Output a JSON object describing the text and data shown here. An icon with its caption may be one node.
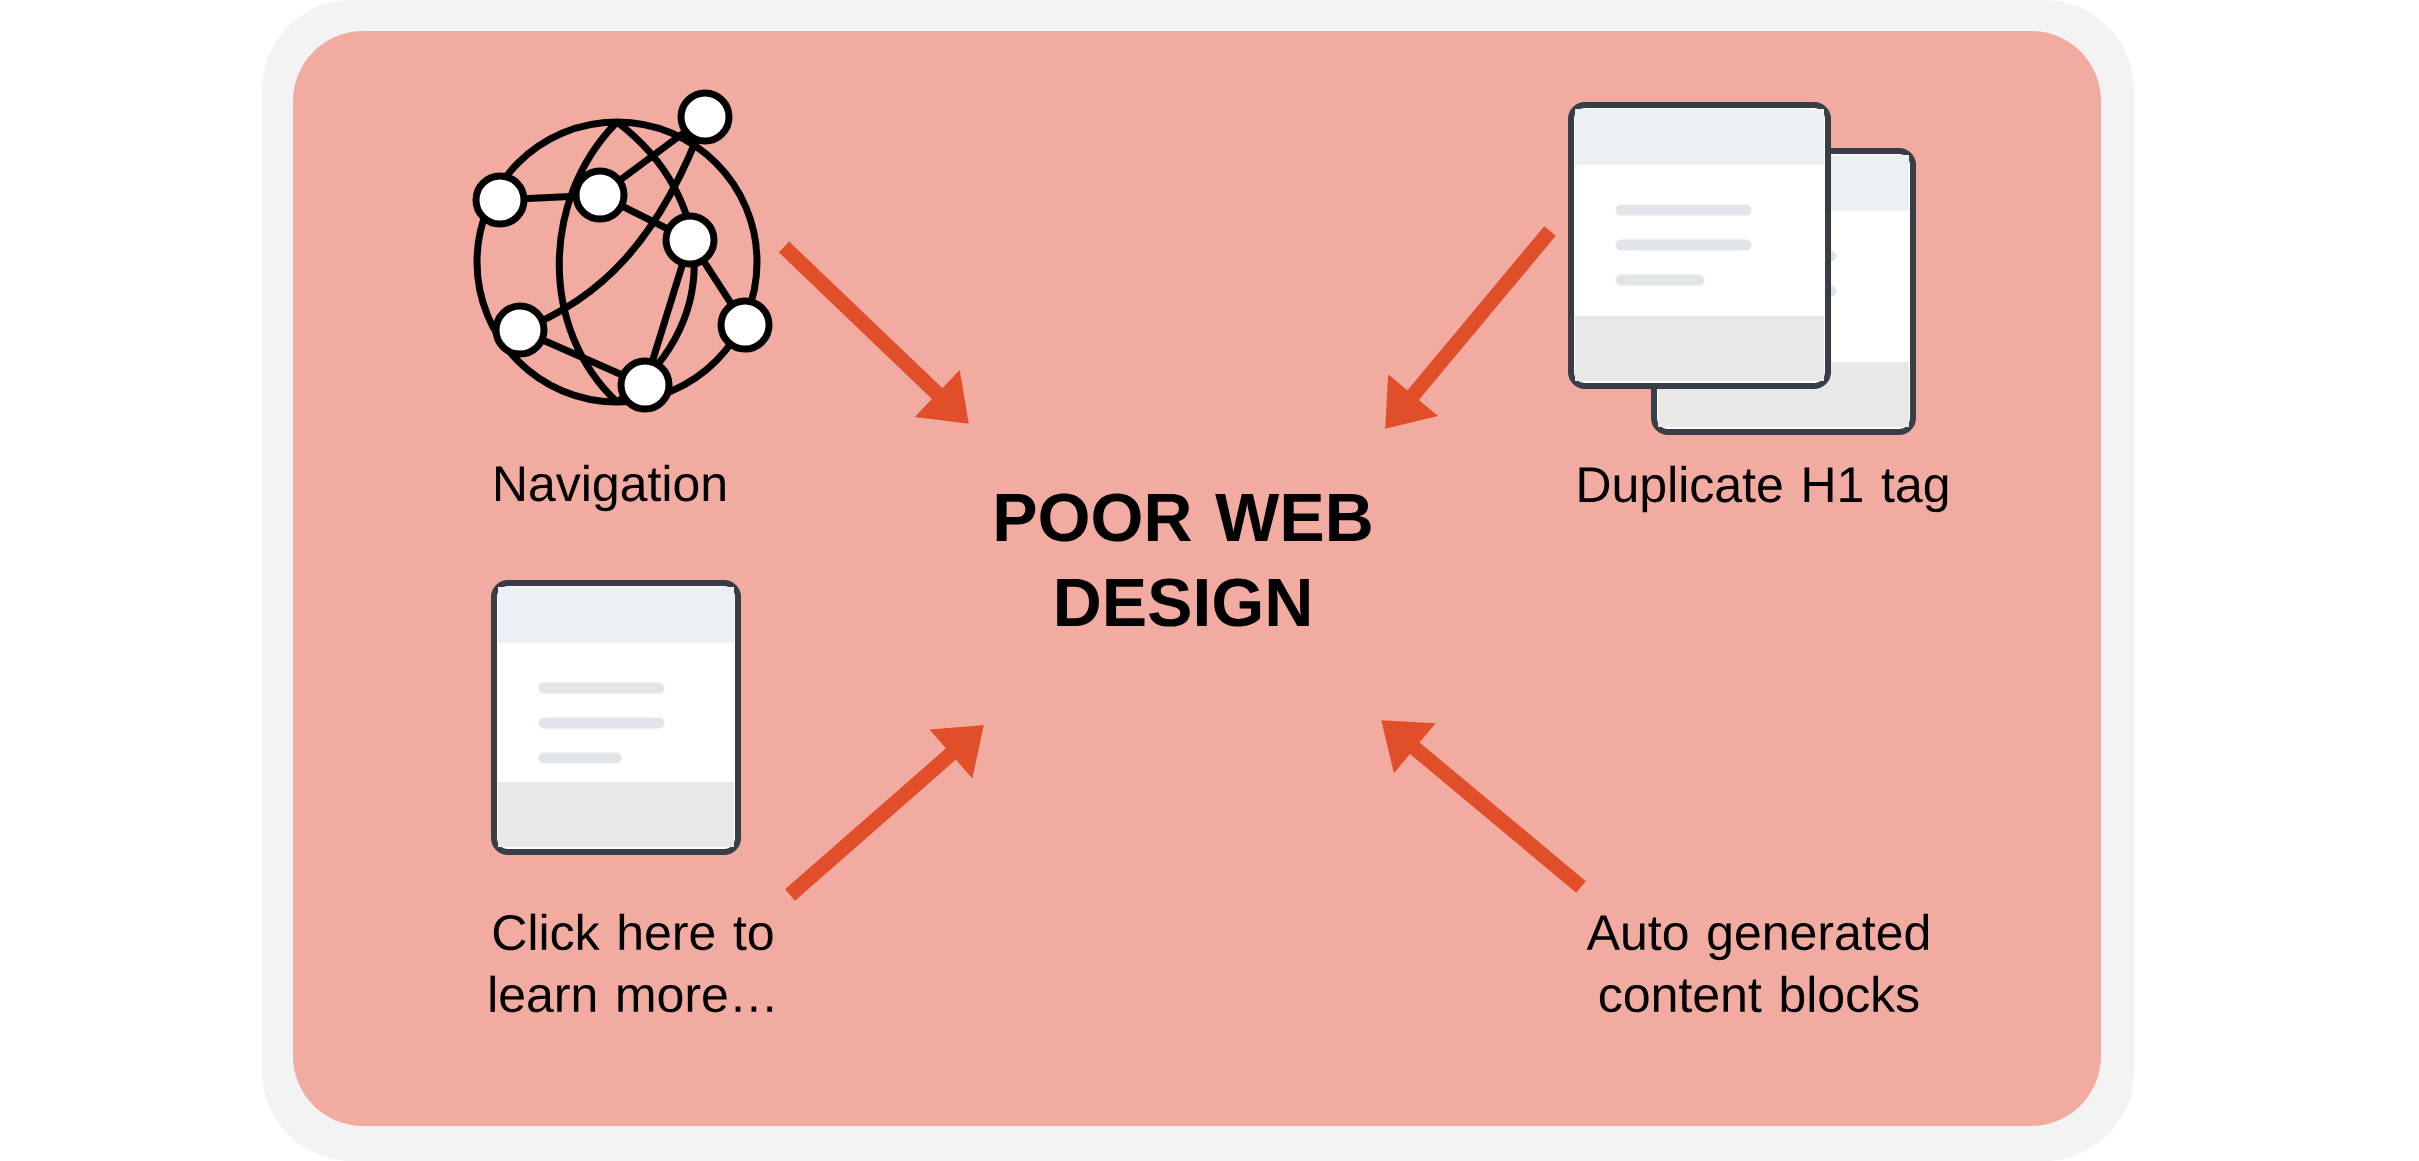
{
  "diagram": {
    "nodes": [
      {
        "text": [
          "Navigation"
        ]
      },
      {
        "text": [
          "Duplicate H1 tag"
        ]
      },
      {
        "text": [
          "Click here to learn more…"
        ]
      },
      {
        "text": [
          "Auto generated content blocks"
        ]
      },
      {
        "text": [
          "POOR WEB DESIGN"
        ]
      }
    ],
    "edges": [
      {
        "from": 0,
        "to": 4,
        "arrow": "to"
      },
      {
        "from": 1,
        "to": 4,
        "arrow": "to"
      },
      {
        "from": 2,
        "to": 4,
        "arrow": "to"
      },
      {
        "from": 3,
        "to": 4,
        "arrow": "to"
      }
    ]
  }
}
